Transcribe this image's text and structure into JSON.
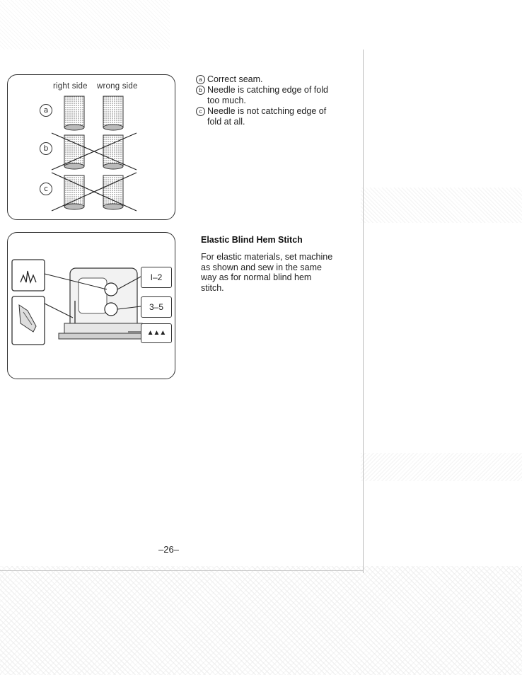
{
  "figure_a": {
    "column_labels": [
      "right side",
      "wrong side"
    ],
    "row_markers": [
      "a",
      "b",
      "c"
    ]
  },
  "legend": [
    {
      "marker": "a",
      "text": "Correct seam."
    },
    {
      "marker": "b",
      "text": "Needle is catching edge of fold too much."
    },
    {
      "marker": "c",
      "text": "Needle is not catching edge of fold at all."
    }
  ],
  "section": {
    "heading": "Elastic Blind Hem Stitch",
    "body": "For elastic materials, set machine as shown and sew in the same way as for normal blind hem stitch."
  },
  "figure_b": {
    "settings": [
      "I–2",
      "3–5",
      "▲▲▲"
    ]
  },
  "page_number": "–26–"
}
